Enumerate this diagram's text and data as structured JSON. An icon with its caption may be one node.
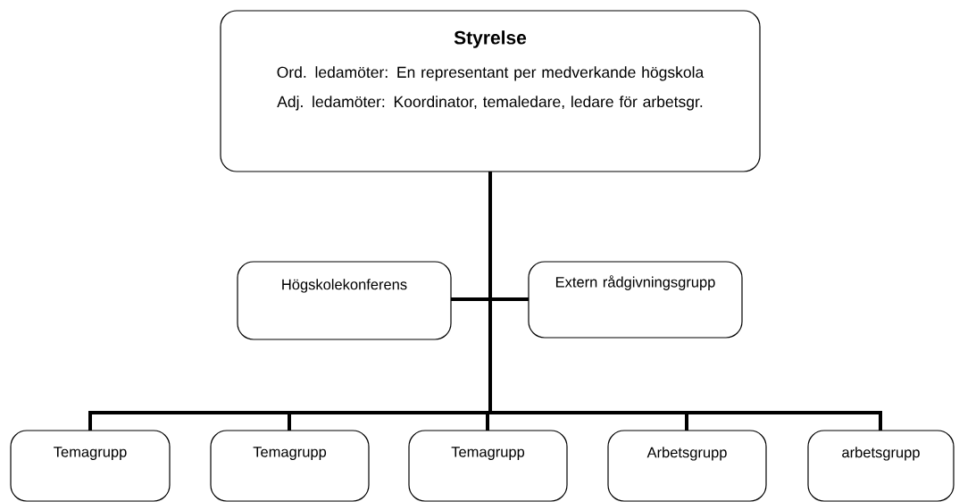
{
  "diagram": {
    "nodes": [
      {
        "text": [
          "Styrelse",
          "Ord. ledamöter: En representant per medverkande högskola",
          "Adj. ledamöter: Koordinator, temaledare, ledare för arbetsgr."
        ]
      },
      {
        "text": [
          "Högskolekonferens"
        ]
      },
      {
        "text": [
          "Extern rådgivningsgrupp"
        ]
      },
      {
        "text": [
          "Temagrupp"
        ]
      },
      {
        "text": [
          "Temagrupp"
        ]
      },
      {
        "text": [
          "Temagrupp"
        ]
      },
      {
        "text": [
          "Arbetsgrupp"
        ]
      },
      {
        "text": [
          "arbetsgrupp"
        ]
      }
    ],
    "edges": [
      {
        "from": 0,
        "to": 1,
        "arrow": "none"
      },
      {
        "from": 0,
        "to": 2,
        "arrow": "none"
      },
      {
        "from": 0,
        "to": 3,
        "arrow": "none"
      },
      {
        "from": 0,
        "to": 4,
        "arrow": "none"
      },
      {
        "from": 0,
        "to": 5,
        "arrow": "none"
      },
      {
        "from": 0,
        "to": 6,
        "arrow": "none"
      },
      {
        "from": 0,
        "to": 7,
        "arrow": "none"
      }
    ]
  }
}
